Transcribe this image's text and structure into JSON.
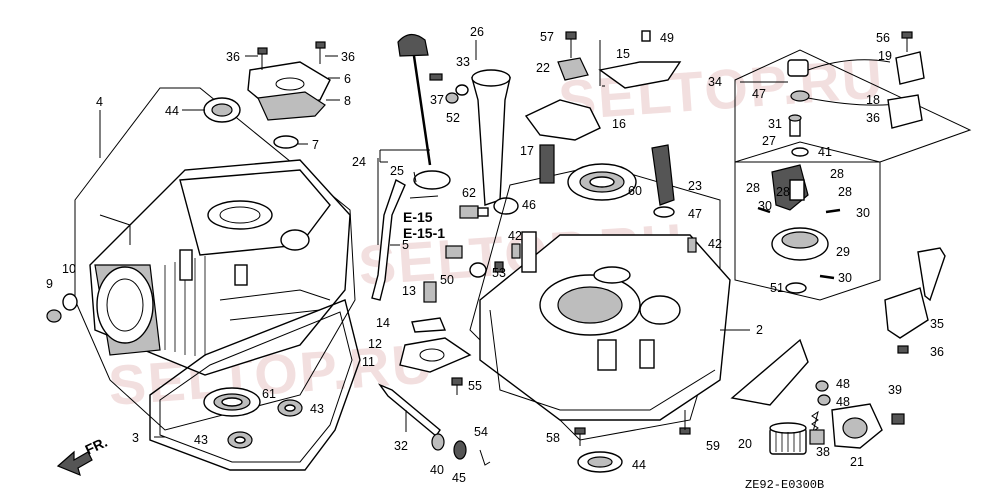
{
  "watermarks": [
    "SELTOP.RU",
    "SELTOP.RU",
    "SELTOP.RU"
  ],
  "refs": [
    "E-15",
    "E-15-1"
  ],
  "diagram_code": "ZE92-E0300B",
  "direction_label": "FR.",
  "callouts": {
    "c2": "2",
    "c3": "3",
    "c4": "4",
    "c5": "5",
    "c6": "6",
    "c7": "7",
    "c8": "8",
    "c9": "9",
    "c10": "10",
    "c11": "11",
    "c12": "12",
    "c13": "13",
    "c14": "14",
    "c15": "15",
    "c16": "16",
    "c17": "17",
    "c18": "18",
    "c19": "19",
    "c20": "20",
    "c21": "21",
    "c22": "22",
    "c23": "23",
    "c24": "24",
    "c25": "25",
    "c26": "26",
    "c27": "27",
    "c28a": "28",
    "c28b": "28",
    "c28c": "28",
    "c28d": "28",
    "c29": "29",
    "c30a": "30",
    "c30b": "30",
    "c30c": "30",
    "c31": "31",
    "c32": "32",
    "c33": "33",
    "c34": "34",
    "c35": "35",
    "c36a": "36",
    "c36b": "36",
    "c36c": "36",
    "c36d": "36",
    "c37": "37",
    "c38": "38",
    "c39": "39",
    "c40": "40",
    "c41": "41",
    "c42a": "42",
    "c42b": "42",
    "c43a": "43",
    "c43b": "43",
    "c44a": "44",
    "c44b": "44",
    "c45": "45",
    "c46": "46",
    "c47a": "47",
    "c47b": "47",
    "c48a": "48",
    "c48b": "48",
    "c49": "49",
    "c50": "50",
    "c51": "51",
    "c52": "52",
    "c53": "53",
    "c54": "54",
    "c55": "55",
    "c56": "56",
    "c57": "57",
    "c58": "58",
    "c59": "59",
    "c60": "60",
    "c61": "61",
    "c62": "62"
  }
}
